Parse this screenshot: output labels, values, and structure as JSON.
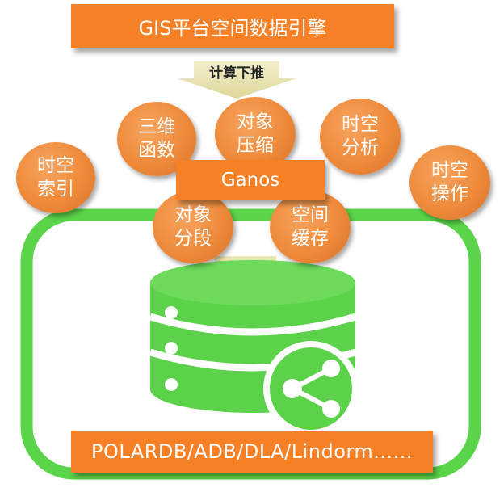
{
  "header": {
    "title": "GIS平台空间数据引擎"
  },
  "flow": {
    "compute_label": "计算下推"
  },
  "engine": {
    "name": "Ganos"
  },
  "bubbles": [
    {
      "line1": "时空",
      "line2": "索引"
    },
    {
      "line1": "三维",
      "line2": "函数"
    },
    {
      "line1": "对象",
      "line2": "压缩"
    },
    {
      "line1": "时空",
      "line2": "分析"
    },
    {
      "line1": "时空",
      "line2": "操作"
    },
    {
      "line1": "对象",
      "line2": "分段"
    },
    {
      "line1": "空间",
      "line2": "缓存"
    }
  ],
  "storage": {
    "label": "POLARDB/ADB/DLA/Lindorm......"
  },
  "icons": {
    "database": "database-icon",
    "share": "share-icon"
  },
  "colors": {
    "orange": "#F58025",
    "green": "#5AD448",
    "arrow": "#E9E4AE"
  }
}
